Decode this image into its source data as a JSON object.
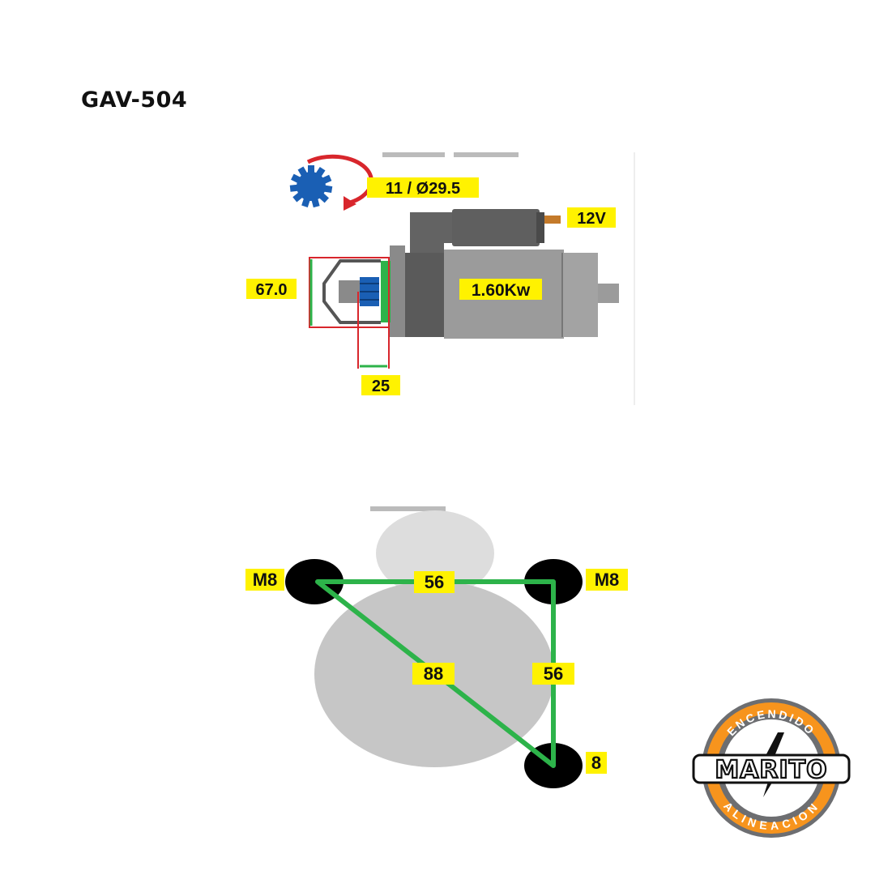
{
  "title": "GAV-504",
  "starter": {
    "pinion_label": "11 / Ø29.5",
    "voltage_label": "12V",
    "power_label": "1.60Kw",
    "flange_diameter_label": "67.0",
    "pinion_offset_label": "25",
    "colors": {
      "label_bg": "#fff200",
      "dimension_red": "#d8262c",
      "dimension_green": "#2db34a",
      "rotation_arrow": "#d8262c",
      "pinion_blue": "#1a5fb4"
    }
  },
  "mounting": {
    "hole_top_left_label": "M8",
    "hole_top_right_label": "M8",
    "hole_bottom_label": "8",
    "top_distance_label": "56",
    "diagonal_distance_label": "88",
    "side_distance_label": "56",
    "colors": {
      "line": "#2db34a",
      "hole": "#000000"
    }
  },
  "logo": {
    "top_text": "ENCENDIDO",
    "main_text": "MARITO",
    "bottom_text": "ALINEACION",
    "colors": {
      "ring": "#f7941d",
      "outer": "#6d6e71"
    }
  }
}
